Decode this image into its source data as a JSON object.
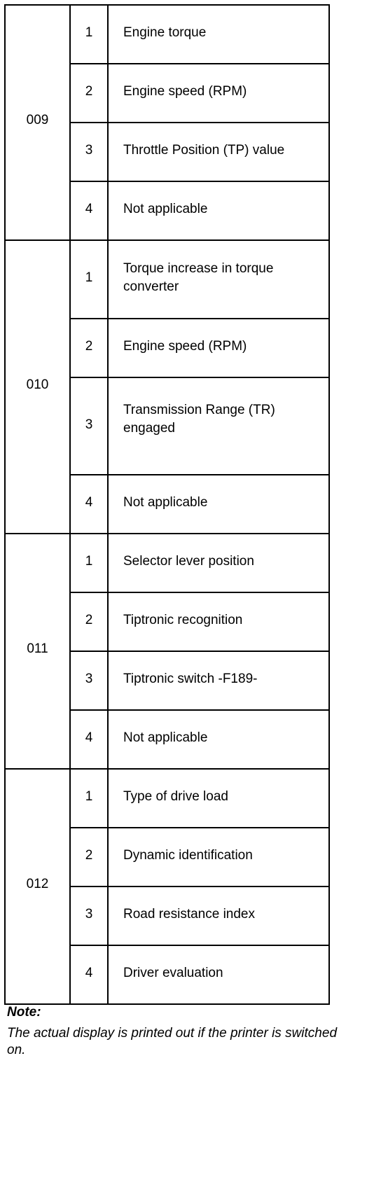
{
  "groups": [
    {
      "number": "009",
      "rows": [
        {
          "index": "1",
          "text": "Engine torque"
        },
        {
          "index": "2",
          "text": "Engine speed (RPM)"
        },
        {
          "index": "3",
          "text": "Throttle Position (TP) value"
        },
        {
          "index": "4",
          "text": "Not applicable"
        }
      ]
    },
    {
      "number": "010",
      "rows": [
        {
          "index": "1",
          "text": "Torque increase in torque converter"
        },
        {
          "index": "2",
          "text": "Engine speed (RPM)"
        },
        {
          "index": "3",
          "text": "Transmission Range (TR) engaged"
        },
        {
          "index": "4",
          "text": "Not applicable"
        }
      ]
    },
    {
      "number": "011",
      "rows": [
        {
          "index": "1",
          "text": "Selector lever position"
        },
        {
          "index": "2",
          "text": "Tiptronic recognition"
        },
        {
          "index": "3",
          "text": "Tiptronic switch -F189-"
        },
        {
          "index": "4",
          "text": "Not applicable"
        }
      ]
    },
    {
      "number": "012",
      "rows": [
        {
          "index": "1",
          "text": "Type of drive load"
        },
        {
          "index": "2",
          "text": "Dynamic identification"
        },
        {
          "index": "3",
          "text": "Road resistance index"
        },
        {
          "index": "4",
          "text": "Driver evaluation"
        }
      ]
    }
  ],
  "note": {
    "title": "Note:",
    "text": "The actual display is printed out if the printer is switched on."
  }
}
